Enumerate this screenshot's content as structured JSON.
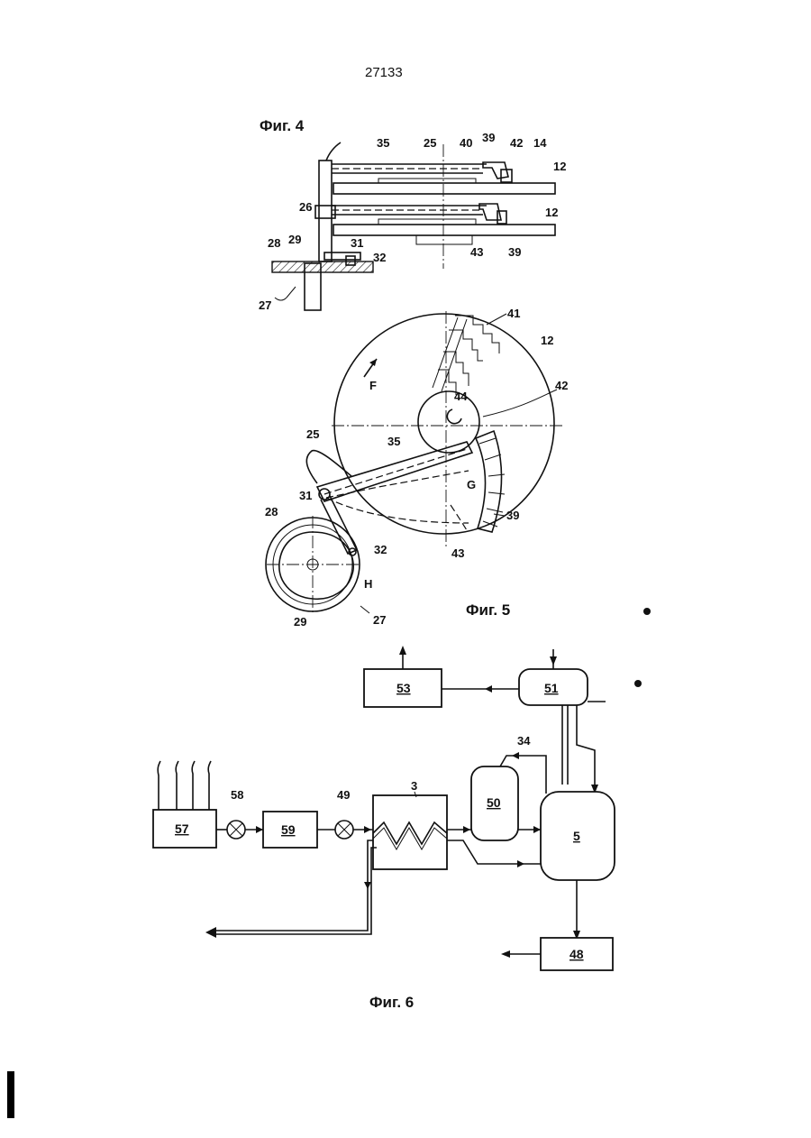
{
  "page_number": "27133",
  "fig4": {
    "caption": "Фиг. 4",
    "labels": {
      "l35": "35",
      "l25": "25",
      "l40": "40",
      "l39a": "39",
      "l42": "42",
      "l14": "14",
      "l12a": "12",
      "l12b": "12",
      "l26": "26",
      "l43": "43",
      "l39b": "39",
      "l28": "28",
      "l29": "29",
      "l31": "31",
      "l32": "32",
      "l27": "27"
    }
  },
  "fig5": {
    "caption": "Фиг. 5",
    "labels": {
      "l41": "41",
      "l12": "12",
      "lF": "F",
      "l42": "42",
      "l44": "44",
      "l25": "25",
      "l35": "35",
      "lG": "G",
      "l31": "31",
      "l28": "28",
      "l32": "32",
      "l39": "39",
      "l43": "43",
      "lH": "H",
      "l29": "29",
      "l27": "27"
    }
  },
  "fig6": {
    "caption": "Фиг. 6",
    "blocks": {
      "b53": "53",
      "b51": "51",
      "b50": "50",
      "b5": "5",
      "b57": "57",
      "b59": "59",
      "b48": "48"
    },
    "labels": {
      "l58": "58",
      "l49": "49",
      "l3": "3",
      "l34": "34"
    }
  }
}
